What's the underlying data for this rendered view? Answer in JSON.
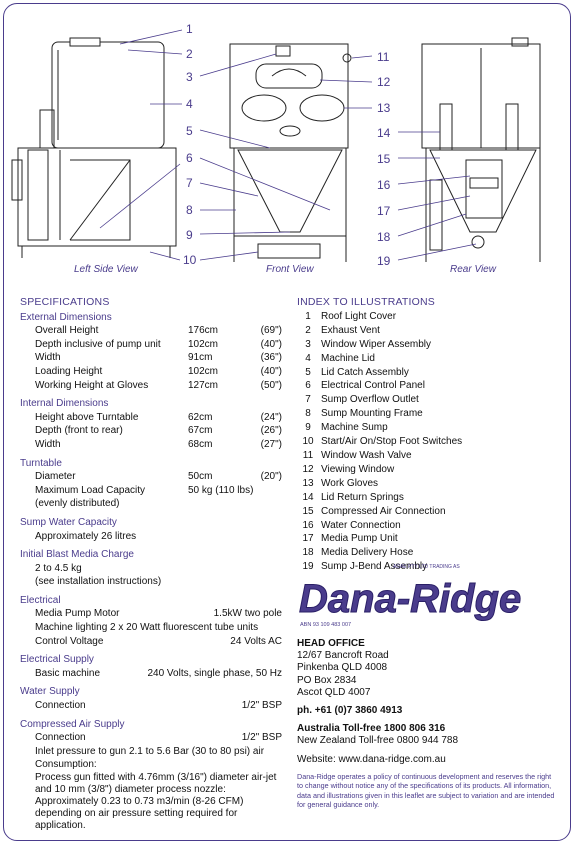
{
  "captions": {
    "left": "Left Side View",
    "front": "Front View",
    "rear": "Rear View"
  },
  "callouts": [
    "1",
    "2",
    "3",
    "4",
    "5",
    "6",
    "7",
    "8",
    "9",
    "10",
    "11",
    "12",
    "13",
    "14",
    "15",
    "16",
    "17",
    "18",
    "19"
  ],
  "specs": {
    "title": "SPECIFICATIONS",
    "ext": {
      "head": "External Dimensions",
      "rows": [
        {
          "l": "Overall Height",
          "m": "176cm",
          "r": "(69\")"
        },
        {
          "l": "Depth inclusive of pump  unit",
          "m": "102cm",
          "r": "(40\")"
        },
        {
          "l": "Width",
          "m": "91cm",
          "r": "(36\")"
        },
        {
          "l": "Loading Height",
          "m": "102cm",
          "r": "(40\")"
        },
        {
          "l": "Working Height at Gloves",
          "m": "127cm",
          "r": "(50\")"
        }
      ]
    },
    "int": {
      "head": "Internal Dimensions",
      "rows": [
        {
          "l": "Height above Turntable",
          "m": "62cm",
          "r": "(24\")"
        },
        {
          "l": "Depth (front to rear)",
          "m": "67cm",
          "r": "(26\")"
        },
        {
          "l": "Width",
          "m": "68cm",
          "r": "(27\")"
        }
      ]
    },
    "turn": {
      "head": "Turntable",
      "r1": {
        "l": "Diameter",
        "m": "50cm",
        "r": "(20\")"
      },
      "r2l": "Maximum Load Capacity",
      "r2v": "50 kg (110 lbs)",
      "r3": "(evenly distributed)"
    },
    "sump": {
      "head": "Sump Water Capacity",
      "v": "Approximately 26 litres"
    },
    "media": {
      "head": "Initial Blast Media Charge",
      "v1": "2 to 4.5 kg",
      "v2": "(see installation instructions)"
    },
    "elec": {
      "head": "Electrical",
      "r1l": "Media Pump Motor",
      "r1v": "1.5kW two pole",
      "r2": "Machine lighting 2 x 20 Watt fluorescent tube units",
      "r3l": "Control Voltage",
      "r3v": "24 Volts AC"
    },
    "supply": {
      "head": "Electrical Supply",
      "l": "Basic machine",
      "v": "240 Volts, single phase, 50 Hz"
    },
    "water": {
      "head": "Water Supply",
      "l": "Connection",
      "v": "1/2\" BSP"
    },
    "air": {
      "head": "Compressed Air Supply",
      "l": "Connection",
      "v": "1/2\" BSP",
      "p1": "Inlet pressure to gun 2.1 to 5.6 Bar (30 to 80 psi)  air",
      "p2": "Consumption:",
      "p3": "Process gun fitted with 4.76mm (3/16\") diameter air-jet and 10 mm (3/8\") diameter process nozzle: Approximately 0.23 to 0.73 m3/min (8-26 CFM) depending on air pressure setting required for application."
    }
  },
  "index": {
    "title": "INDEX TO ILLUSTRATIONS",
    "items": [
      {
        "n": "1",
        "t": "Roof Light Cover"
      },
      {
        "n": "2",
        "t": "Exhaust Vent"
      },
      {
        "n": "3",
        "t": "Window Wiper Assembly"
      },
      {
        "n": "4",
        "t": "Machine Lid"
      },
      {
        "n": "5",
        "t": "Lid Catch Assembly"
      },
      {
        "n": "6",
        "t": "Electrical Control Panel"
      },
      {
        "n": "7",
        "t": "Sump Overflow Outlet"
      },
      {
        "n": "8",
        "t": "Sump Mounting Frame"
      },
      {
        "n": "9",
        "t": "Machine Sump"
      },
      {
        "n": "10",
        "t": "Start/Air On/Stop Foot Switches"
      },
      {
        "n": "11",
        "t": "Window Wash Valve"
      },
      {
        "n": "12",
        "t": "Viewing Window"
      },
      {
        "n": "13",
        "t": "Work Gloves"
      },
      {
        "n": "14",
        "t": "Lid Return Springs"
      },
      {
        "n": "15",
        "t": "Compressed Air Connection"
      },
      {
        "n": "16",
        "t": "Water Connection"
      },
      {
        "n": "17",
        "t": "Media Pump Unit"
      },
      {
        "n": "18",
        "t": "Media Delivery Hose"
      },
      {
        "n": "19",
        "t": "Sump J-Bend Assembly"
      }
    ]
  },
  "company": {
    "small": "ADAE PTY LTD TRADING AS",
    "logo": "Dana-Ridge",
    "abn": "ABN 93 109 483 007",
    "office_head": "HEAD OFFICE",
    "addr1": "12/67 Bancroft Road",
    "addr2": "Pinkenba QLD 4008",
    "addr3": "PO Box 2834",
    "addr4": "Ascot QLD 4007",
    "phone": "ph. +61 (0)7 3860 4913",
    "au": "Australia Toll-free 1800 806 316",
    "nz": "New Zealand Toll-free 0800 944 788",
    "web": "Website: www.dana-ridge.com.au",
    "note": "Dana-Ridge operates a policy of continuous development and reserves the right to change without notice any of the specifications of its products. All information, data and illustrations given in this leaflet are subject to variation and are intended for general guidance  only."
  },
  "colors": {
    "accent": "#4a3c8c"
  }
}
